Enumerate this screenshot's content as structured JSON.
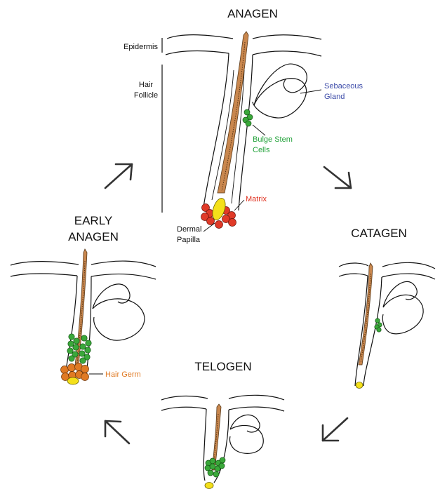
{
  "stages": {
    "anagen": "ANAGEN",
    "catagen": "CATAGEN",
    "telogen": "TELOGEN",
    "early_anagen_line1": "EARLY",
    "early_anagen_line2": "ANAGEN"
  },
  "labels": {
    "epidermis": "Epidermis",
    "hair_follicle_line1": "Hair",
    "hair_follicle_line2": "Follicle",
    "sebaceous_line1": "Sebaceous",
    "sebaceous_line2": "Gland",
    "bulge_line1": "Bulge Stem",
    "bulge_line2": "Cells",
    "matrix": "Matrix",
    "dermal_line1": "Dermal",
    "dermal_line2": "Papilla",
    "hair_germ": "Hair Germ"
  },
  "colors": {
    "sebaceous_label": "#3b4aa8",
    "bulge_label": "#22a23a",
    "matrix_label": "#e0301e",
    "hair_germ_label": "#e07a24",
    "hair_shaft": "#c9874e",
    "stem_cells": "#3aa83a",
    "matrix_cells": "#e03a28",
    "germ_cells": "#e07a24",
    "papilla": "#f4e01a"
  },
  "arrows": [
    "arrow-up-right",
    "arrow-down-right",
    "arrow-down-left",
    "arrow-up-left"
  ]
}
